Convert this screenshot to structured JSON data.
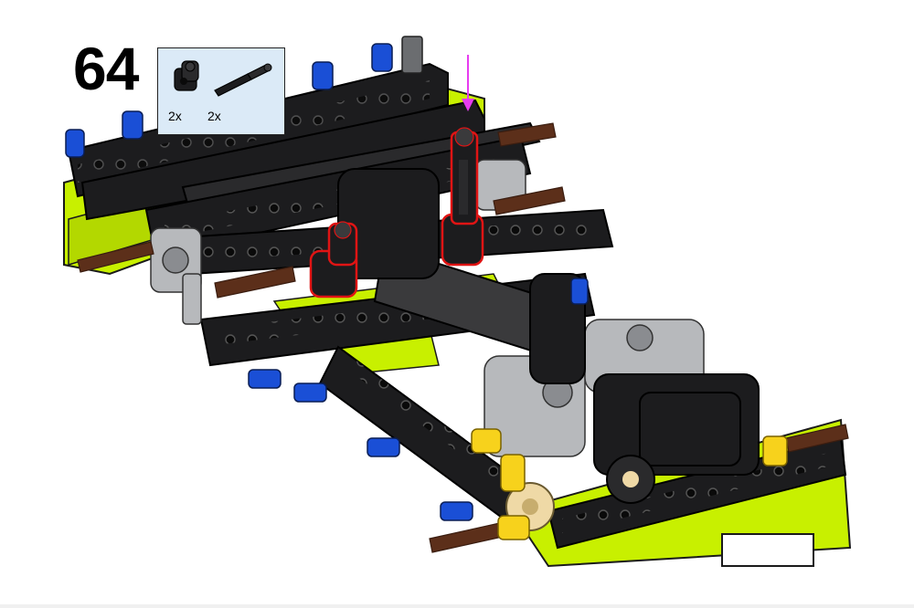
{
  "step": {
    "number": "64"
  },
  "parts_list": [
    {
      "part": "technic-connector-icon",
      "quantity": "2x"
    },
    {
      "part": "technic-axle-pin-icon",
      "quantity": "2x"
    }
  ],
  "colors": {
    "lime": "#c8f000",
    "black_beam": "#1c1c1e",
    "dark_grey": "#3a3a3c",
    "light_grey": "#b7b9bc",
    "blue_pin": "#1a4fd6",
    "brown_axle": "#5c2f1a",
    "tan_gear": "#efd9a6",
    "yellow": "#f7d21c",
    "callout_red": "#e01414",
    "arrow_magenta": "#e73cf0",
    "parts_box_bg": "#dbeaf7"
  }
}
